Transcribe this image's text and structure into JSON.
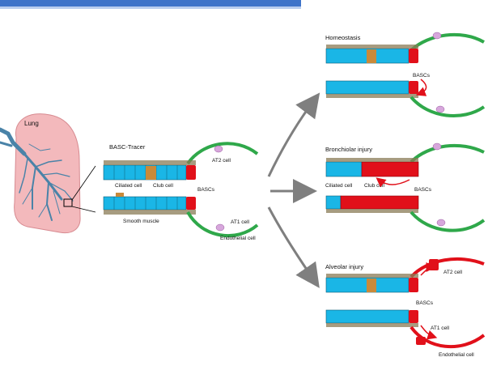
{
  "colors": {
    "header_strip": "#3e73c9",
    "epithelium": "#1ab6e6",
    "nucleus": "#2a3d9e",
    "basc": "#e1101a",
    "club_cell": "#c98a3a",
    "smooth_muscle": "#8a7b55",
    "alveolus": "#2fa84a",
    "at2": "#d7a7dc",
    "arrow": "#7f7f7f",
    "lung": "#f3b9bc",
    "airway": "#4a83a8"
  },
  "lung": {
    "label": "Lung"
  },
  "tracer": {
    "title": "BASC-Tracer",
    "labels": {
      "at2": "AT2 cell",
      "ciliated": "Ciliated cell",
      "club": "Club cell",
      "bascs": "BASCs",
      "smooth_muscle": "Smooth muscle",
      "at1": "AT1 cell",
      "endothelial": "Endothelial cell"
    }
  },
  "homeostasis": {
    "title": "Homeostasis",
    "labels": {
      "bascs": "BASCs"
    }
  },
  "bronchiolar": {
    "title": "Bronchiolar injury",
    "labels": {
      "ciliated": "Ciliated cell",
      "club": "Club cell",
      "bascs": "BASCs"
    }
  },
  "alveolar": {
    "title": "Alveolar injury",
    "labels": {
      "at2": "AT2 cell",
      "bascs": "BASCs",
      "at1": "AT1 cell",
      "endothelial": "Endothelial cell"
    }
  }
}
